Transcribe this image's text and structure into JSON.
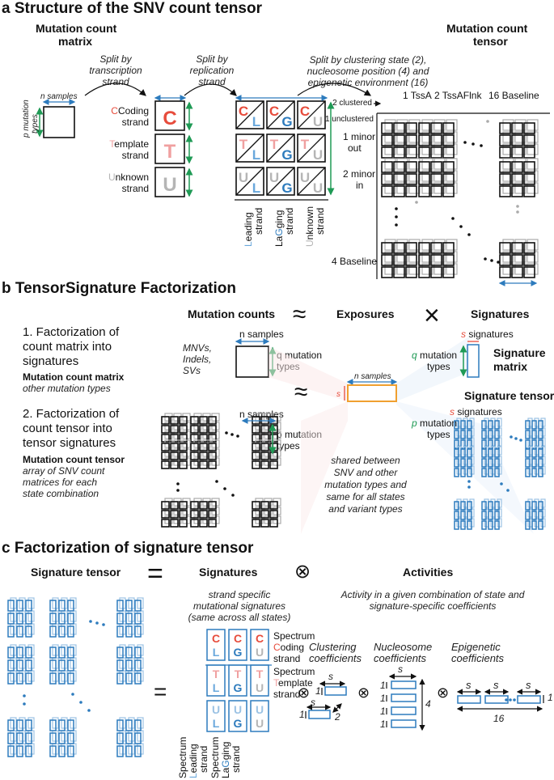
{
  "panel_a": {
    "title": "a Structure of the SNV count tensor",
    "matrix_title_1": "Mutation count",
    "matrix_title_2": "matrix",
    "tensor_title_1": "Mutation count",
    "tensor_title_2": "tensor",
    "split1": [
      "Split by",
      "transcription",
      "strand"
    ],
    "split2": [
      "Split by",
      "replication",
      "strand"
    ],
    "split3": [
      "Split by clustering state (2),",
      "nucleosome position (4) and",
      "epigenetic environment (16)"
    ],
    "n_samples": "n samples",
    "p_types": [
      "p mutation",
      "types"
    ],
    "coding": [
      "Coding",
      "strand"
    ],
    "template": [
      "Template",
      "strand"
    ],
    "unknown": [
      "Unknown",
      "strand"
    ],
    "leading": [
      "Leading",
      "strand"
    ],
    "lagging": [
      "LaGging",
      "strand"
    ],
    "unknown2": [
      "Unknown",
      "strand"
    ],
    "letters": {
      "C": "C",
      "T": "T",
      "U": "U",
      "L": "L",
      "G": "G"
    },
    "clustered": "2 clustered",
    "unclustered": "1 unclustered",
    "col1": "1 TssA",
    "col2": "2 TssAFlnk",
    "col16": "16 Baseline",
    "row1": [
      "1 minor",
      "out"
    ],
    "row2": [
      "2 minor",
      "in"
    ],
    "row4": "4 Baseline"
  },
  "panel_b": {
    "title": "b TensorSignature Factorization",
    "hdr_counts": "Mutation counts",
    "hdr_exposures": "Exposures",
    "hdr_signatures": "Signatures",
    "approx": "≈",
    "times": "×",
    "item1": [
      "1. Factorization of",
      "count matrix into",
      "signatures"
    ],
    "item1_bold": "Mutation count matrix",
    "item1_it": "other mutation types",
    "item2": [
      "2. Factorization of",
      "count tensor into",
      "tensor signatures"
    ],
    "item2_bold": "Mutation count tensor",
    "item2_it": [
      "array of SNV count",
      "matrices for each",
      "state combination"
    ],
    "mnv": [
      "MNVs,",
      "Indels,",
      "SVs"
    ],
    "n_samples": "n samples",
    "q_types": [
      "q mutation",
      "types"
    ],
    "p_types": [
      "p mutation",
      "types"
    ],
    "s_sig": "s signatures",
    "s_letter": "s",
    "sig_matrix": [
      "Signature",
      "matrix"
    ],
    "sig_tensor": "Signature tensor",
    "shared": [
      "shared between",
      "SNV and other",
      "mutation types and",
      "same for all states",
      "and variant types"
    ]
  },
  "panel_c": {
    "title": "c Factorization of signature tensor",
    "hdr_tensor": "Signature tensor",
    "hdr_equals": "=",
    "hdr_signatures": "Signatures",
    "hdr_otimes": "⊗",
    "hdr_activities": "Activities",
    "strand_note": [
      "strand specific",
      "mutational signatures",
      "(same across all states)"
    ],
    "activity_note": [
      "Activity in a given combination of state and",
      "signature-specific coefficients"
    ],
    "spec_coding": [
      "Spectrum",
      "Coding",
      "strand"
    ],
    "spec_template": [
      "Spectrum",
      "Template",
      "strand"
    ],
    "spec_leading": [
      "Spectrum",
      "Leading",
      "strand"
    ],
    "spec_lagging": [
      "Spectrum",
      "LaGging",
      "strand"
    ],
    "clustering": [
      "Clustering",
      "coefficients"
    ],
    "nucleosome": [
      "Nucleosome",
      "coefficients"
    ],
    "epigenetic": [
      "Epigenetic",
      "coefficients"
    ],
    "s": "s",
    "one": "1",
    "two": "2",
    "four": "4",
    "sixteen": "16"
  },
  "colors": {
    "red": "#e74c3c",
    "pink": "#f0a0a0",
    "grey": "#b5b5b5",
    "blue": "#2d7bbd",
    "lightblue": "#9cc3e4",
    "green": "#1f9a55",
    "orange": "#f0a030"
  }
}
